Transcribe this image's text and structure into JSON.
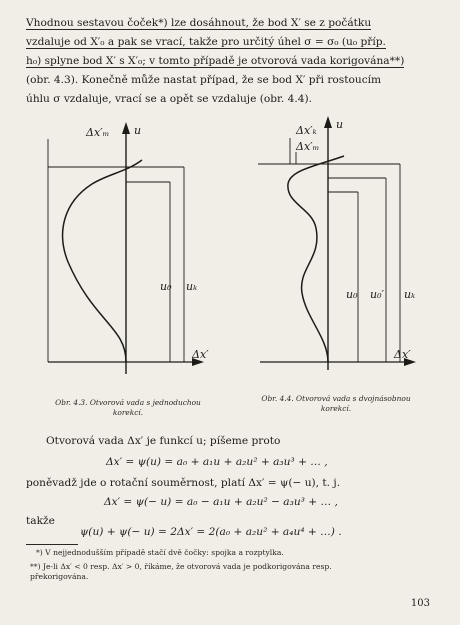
{
  "paragraph": {
    "l1": "Vhodnou sestavou čoček*) lze dosáhnout, že bod X′ se z počátku",
    "l2": "vzdaluje od X′₀ a pak se vrací, takže pro určitý úhel σ = σ₀ (u₀ příp.",
    "l3": "h₀) splyne bod X′ s X′₀; v tomto případě je otvorová vada korigována**)",
    "l4": "(obr. 4.3). Konečně může nastat případ, že se bod X′ při rostoucím",
    "l5": "úhlu σ vzdaluje, vrací se a opět se vzdaluje (obr. 4.4)."
  },
  "fig1": {
    "label_dx_top": "Δx′ₘ",
    "label_u_axis": "u",
    "label_u0": "u₀",
    "label_uk": "uₖ",
    "label_dx_axis": "Δx′",
    "caption_l1": "Obr. 4.3. Otvorová vada s jednoduchou",
    "caption_l2": "korekcí."
  },
  "fig2": {
    "label_dx1": "Δx′ₖ",
    "label_dx2": "Δx′ₘ",
    "label_u_axis": "u",
    "label_u0": "u₀",
    "label_u0p": "u₀′",
    "label_uk": "uₖ",
    "label_dx_axis": "Δx′",
    "caption_l1": "Obr. 4.4. Otvorová vada s dvojnásobnou",
    "caption_l2": "korekcí."
  },
  "text2": {
    "intro": "Otvorová vada Δx′ je funkcí u; píšeme proto",
    "eq1": "Δx′ = ψ(u) = a₀ + a₁u + a₂u² + a₃u³ + … ,",
    "mid": "poněvadž jde o rotační souměrnost, platí Δx′ = ψ(− u), t. j.",
    "eq2": "Δx′ = ψ(− u) = a₀ − a₁u + a₂u² − a₃u³ + … ,",
    "takze": "takže",
    "eq3": "ψ(u) + ψ(− u) = 2Δx′ = 2(a₀ + a₂u² + a₄u⁴ + …) ."
  },
  "footnotes": {
    "fn1": "*) V nejjednodušším případě stačí dvě čočky: spojka a rozptylka.",
    "fn2_l1": "**) Je-li Δx′ < 0 resp. Δx′ > 0, říkáme, že otvorová vada je podkorigována resp.",
    "fn2_l2": "překorigována."
  },
  "page_number": "103"
}
